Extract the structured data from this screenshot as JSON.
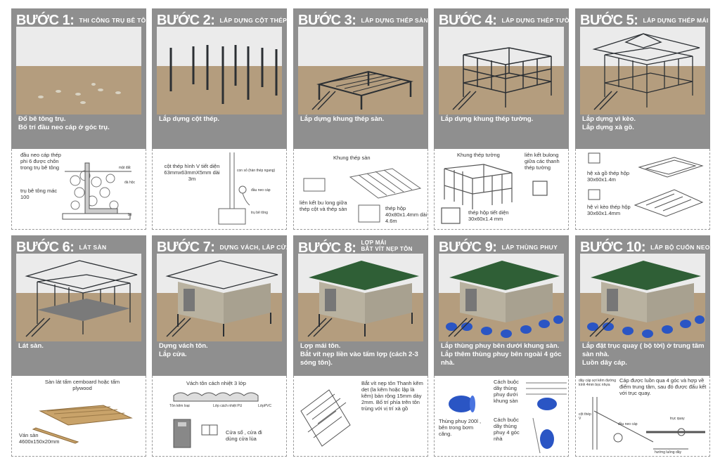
{
  "steps": [
    {
      "title": "BƯỚC 1:",
      "sub": "THI CÔNG TRỤ BÊ TÔNG",
      "caption": "Đổ bê tông trụ.\nBố trí đầu neo cáp ở góc trụ.",
      "notes": [
        "đầu neo cáp thép phi 6 được chôn trong trụ bê tông",
        "trụ bê tông mác 100",
        "mặt đất",
        "đá hộc",
        "bệ"
      ]
    },
    {
      "title": "BƯỚC 2:",
      "sub": "LẮP DỰNG CỘT THÉP",
      "caption": "Lắp dựng cột thép.",
      "notes": [
        "cột thép hình V tiết diện 63mmx63mmX5mm dài 3m",
        "con sỏ (hàn thép ngang)",
        "đầu neo cáp",
        "trụ bê tông"
      ]
    },
    {
      "title": "BƯỚC 3:",
      "sub": "LẮP DỰNG THÉP SÀN",
      "caption": "Lắp dựng khung thép sàn.",
      "notes": [
        "Khung thép sàn",
        "liên kết bu long giữa thép cột và thép sàn",
        "thép hộp 40x80x1.4mm dài 4.6m"
      ]
    },
    {
      "title": "BƯỚC 4:",
      "sub": "LẮP DỰNG THÉP TƯỜNG",
      "caption": "Lắp dựng khung thép tường.",
      "notes": [
        "Khung thép tường",
        "liên kết bulong giữa các thanh thép tường",
        "thép hộp tiết diện 30x60x1.4 mm"
      ]
    },
    {
      "title": "BƯỚC 5:",
      "sub": "LẮP DỰNG THÉP MÁI",
      "caption": "Lắp dựng vì kèo.\nLắp dựng xà gồ.",
      "notes": [
        "hệ xà gồ thép hộp 30x60x1.4m",
        "hệ vì kèo thép hộp 30x60x1.4mm"
      ]
    },
    {
      "title": "BƯỚC 6:",
      "sub": "LÁT SÀN",
      "caption": "Lát sàn.",
      "notes": [
        "Sàn lát tấm cemboard hoặc tấm plywood",
        "Ván sàn 4600x150x20mm"
      ]
    },
    {
      "title": "BƯỚC 7:",
      "sub": "DỰNG VÁCH, LẮP CỬA",
      "caption": "Dựng vách tôn.\nLắp cửa.",
      "notes": [
        "Vách tôn cách nhiệt 3 lớp",
        "Tôn kẽm loại",
        "Lớp cách nhiệt PU",
        "LớpPVC",
        "Cửa sổ , cửa đi dùng cửa lùa"
      ]
    },
    {
      "title": "BƯỚC 8:",
      "sub": "LỢP MÁI\nBẮT VÍT NẸP TÔN",
      "caption": "Lợp mái tôn.\nBắt vít nẹp liền vào tấm lợp (cách 2-3 sóng tôn).",
      "notes": [
        "Bắt vít nẹp tôn Thanh kẽm dẹt (la kẽm hoặc lập là kẽm) bản rộng 15mm dày 2mm. Bố trí phía trên tôn trùng với vị trí xà gồ"
      ]
    },
    {
      "title": "BƯỚC 9:",
      "sub": "LẮP THÙNG PHUY",
      "caption": "Lắp thùng phuy bên dưới khung sàn.\nLắp thêm thùng phuy bên ngoài 4 góc nhà.",
      "notes": [
        "Thùng phuy 200l , bên trong bơm căng.",
        "Cách buộc dây thùng phuy dưới khung sàn",
        "Cách buộc dây thùng phuy 4 góc nhà"
      ]
    },
    {
      "title": "BƯỚC 10:",
      "sub": "LẮP BỘ CUỐN NEO",
      "caption": "Lắp đặt trục quay ( bộ tời) ở trung tâm sàn nhà.\nLuồn dây cáp.",
      "notes": [
        "dây cáp sợi kẽm đường kính 4mm bọc nhựa",
        "Cáp được luồn qua 4 góc và hợp về điểm trung tâm, sau đó được đấu kết với trục quay.",
        "cột thép V",
        "đầu neo cáp",
        "trục quay",
        "hướng luồng dây"
      ]
    }
  ]
}
